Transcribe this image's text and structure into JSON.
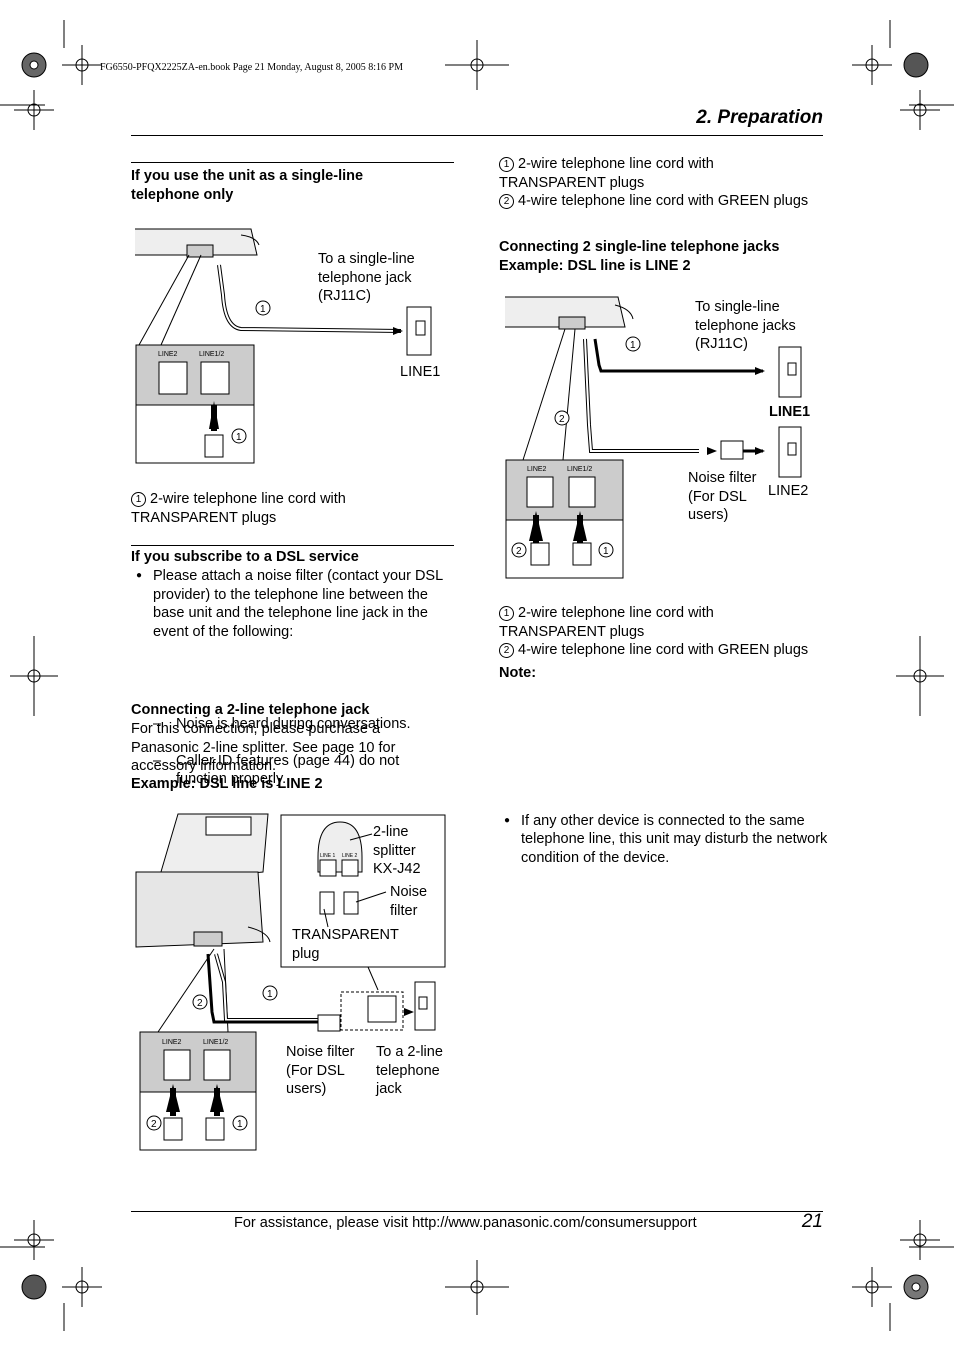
{
  "crop_header": "FG6550-PFQX2225ZA-en.book  Page 21  Monday, August 8, 2005  8:16 PM",
  "chapter_title": "2. Preparation",
  "single_line": {
    "heading": "If you use the unit as a single-line telephone only",
    "diagram": {
      "jack_label": "To a single-line telephone jack (RJ11C)",
      "line_label": "LINE1",
      "port_label_2": "LINE2",
      "port_label_12": "LINE1/2",
      "marker_1": "1"
    },
    "legend_1": "2-wire telephone line cord with TRANSPARENT plugs"
  },
  "dsl": {
    "heading": "If you subscribe to a DSL service",
    "bullet": "Please attach a noise filter (contact your DSL provider) to the telephone line between the base unit and the telephone line jack in the event of the following:",
    "dash_items": [
      "Noise is heard during conversations.",
      "Caller ID features (page 44) do not function properly."
    ],
    "two_line_heading": "Connecting a 2-line telephone jack",
    "two_line_text": "For this connection, please purchase a Panasonic 2-line splitter. See page 10 for accessory information.",
    "example": "Example: DSL line is LINE 2",
    "diagram": {
      "splitter_label": "2-line splitter KX-J42",
      "noise_filter_label": "Noise filter",
      "transparent_label": "TRANSPARENT plug",
      "noise_filter_dsl": "Noise filter (For DSL users)",
      "two_line_jack": "To a 2-line telephone jack",
      "splitter_port_1": "LINE 1",
      "splitter_port_2": "LINE 2",
      "port_label_2": "LINE2",
      "port_label_12": "LINE1/2",
      "marker_1": "1",
      "marker_2": "2"
    }
  },
  "right": {
    "legend_1": "2-wire telephone line cord with TRANSPARENT plugs",
    "legend_2": "4-wire telephone line cord with GREEN plugs",
    "two_jacks_heading": "Connecting 2 single-line telephone jacks",
    "example": "Example: DSL line is LINE 2",
    "diagram": {
      "jacks_label": "To single-line telephone jacks (RJ11C)",
      "line1": "LINE1",
      "line2": "LINE2",
      "noise_filter": "Noise filter (For DSL users)",
      "port_label_2": "LINE2",
      "port_label_12": "LINE1/2",
      "marker_1": "1",
      "marker_2": "2"
    },
    "legend2_1": "2-wire telephone line cord with TRANSPARENT plugs",
    "legend2_2": "4-wire telephone line cord with GREEN plugs",
    "note_heading": "Note:",
    "note_bullet": "If any other device is connected to the same telephone line, this unit may disturb the network condition of the device."
  },
  "footer": {
    "assist": "For assistance, please visit http://www.panasonic.com/consumersupport",
    "page": "21"
  }
}
